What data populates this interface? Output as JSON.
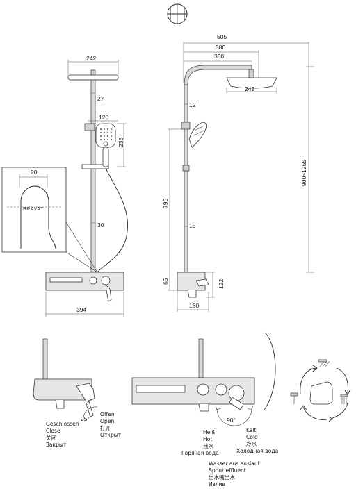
{
  "dimensions": {
    "head_width_front": "242",
    "pipe_top_dist": "27",
    "holder_width": "120",
    "hand_shower_height": "236",
    "detail_width": "20",
    "lower_pipe_dist": "30",
    "total_width_front": "394",
    "arm_reach_total": "505",
    "arm_reach_mid": "380",
    "arm_reach_inner": "350",
    "head_width_side": "242",
    "upper_pipe_dist": "12",
    "height_range": "900~1255",
    "mid_height": "795",
    "side_pipe_dist": "15",
    "bottom_offset": "65",
    "mixer_height": "122",
    "mixer_depth": "180"
  },
  "brand": "BRAVAT",
  "rotation": {
    "angle_small": "25°",
    "angle_large": "90°"
  },
  "labels": {
    "closed": [
      "Geschlossen",
      "Close",
      "关闭",
      "Закрыт"
    ],
    "open": [
      "Offen",
      "Open",
      "打开",
      "Открыт"
    ],
    "hot": [
      "Heiß",
      "Hot",
      "热水",
      "Горячая вода"
    ],
    "cold": [
      "Kalt",
      "Cold",
      "冷水",
      "Холодная вода"
    ],
    "spout": [
      "Wasser aus auslauf",
      "Spout effluent",
      "出水嘴出水",
      "Излив"
    ]
  }
}
